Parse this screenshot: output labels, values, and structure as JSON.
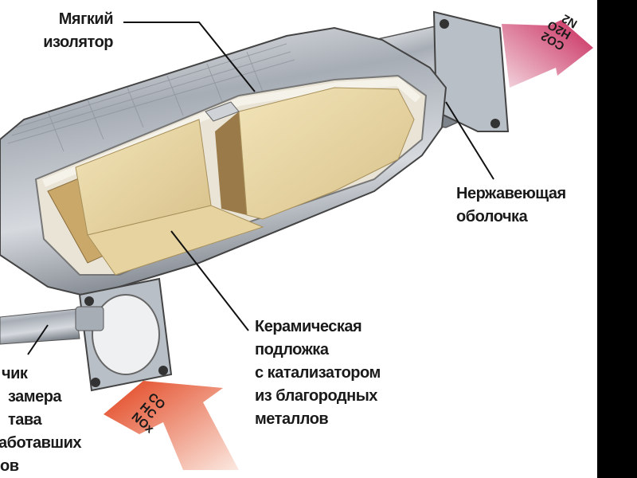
{
  "labels": {
    "insulator": [
      "Мягкий",
      "изолятор"
    ],
    "shell": [
      "Нержавеющая",
      "оболочка"
    ],
    "substrate": [
      "Керамическая",
      "подложка",
      "с катализатором",
      "из благородных",
      "металлов"
    ],
    "sensor": [
      "чик",
      "замера",
      "тава",
      "аботавших",
      "ов"
    ]
  },
  "gases": {
    "inlet": [
      "CO",
      "HC",
      "NOx"
    ],
    "outlet": [
      "CO2",
      "H2O",
      "N2"
    ]
  },
  "colors": {
    "inlet_arrow": "#e8502a",
    "outlet_arrow": "#c8285a",
    "ceramic": "#e6d3a0",
    "metal": "#a9b0b8"
  }
}
